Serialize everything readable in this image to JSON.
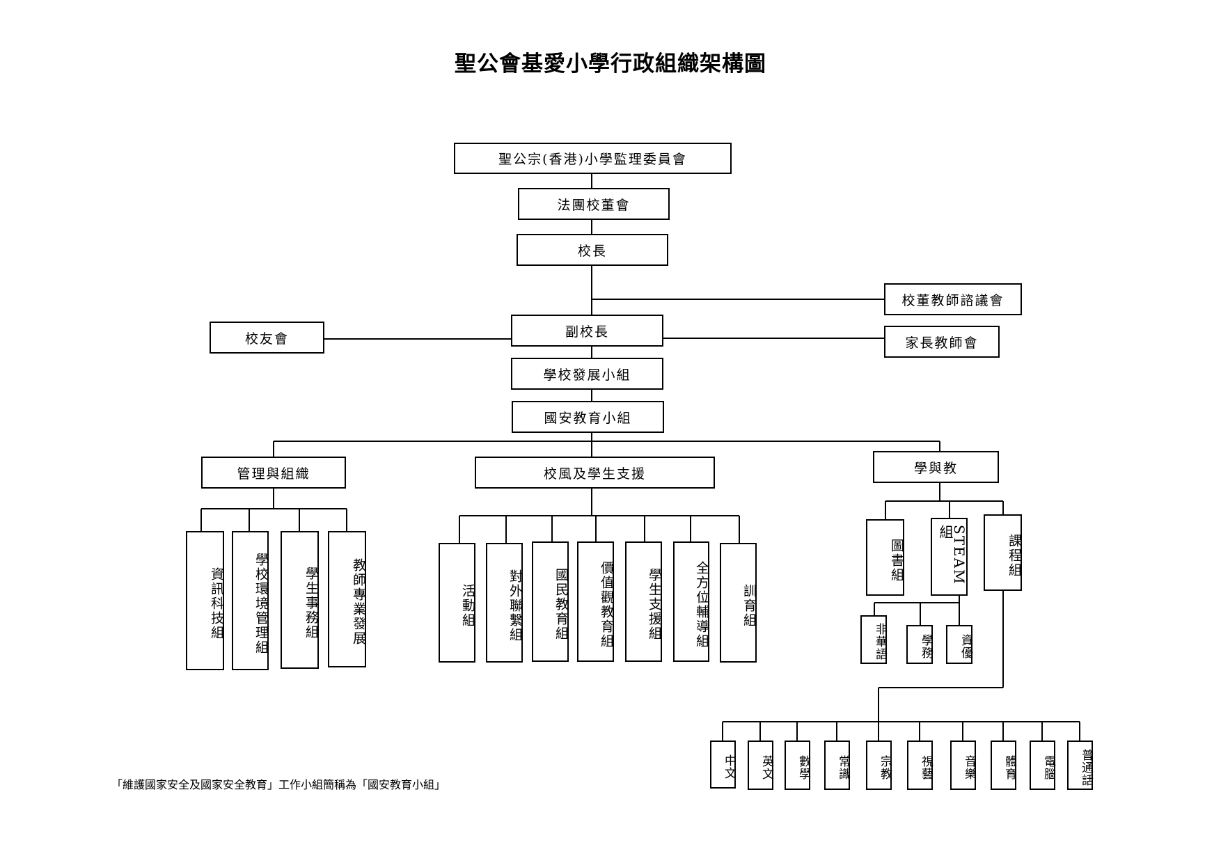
{
  "title": "聖公會基愛小學行政組織架構圖",
  "top_chain": {
    "committee": "聖公宗(香港)小學監理委員會",
    "board": "法團校董會",
    "principal": "校長",
    "teacher_council": "校董教師諮議會",
    "vice_principal": "副校長",
    "alumni": "校友會",
    "pta": "家長教師會",
    "school_dev": "學校發展小組",
    "nse": "國安教育小組"
  },
  "departments": {
    "admin": {
      "label": "管理與組織",
      "units": [
        "資訊科技組",
        "學校環境管理組",
        "學生事務組",
        "教師專業發展"
      ]
    },
    "ethos": {
      "label": "校風及學生支援",
      "units": [
        "活動組",
        "對外聯繫組",
        "國民教育組",
        "價值觀教育組",
        "學生支援組",
        "全方位輔導組",
        "訓育組"
      ]
    },
    "teaching": {
      "label": "學與教",
      "units": [
        "圖書組",
        "STEAM組",
        "課程組"
      ],
      "sub_units": [
        "非華語",
        "學務",
        "資優"
      ],
      "subjects": [
        "中文",
        "英文",
        "數學",
        "常識",
        "宗教",
        "視藝",
        "音樂",
        "體育",
        "電腦",
        "普通話"
      ]
    }
  },
  "footnote": "「維護國家安全及國家安全教育」工作小組簡稱為「國安教育小組」"
}
